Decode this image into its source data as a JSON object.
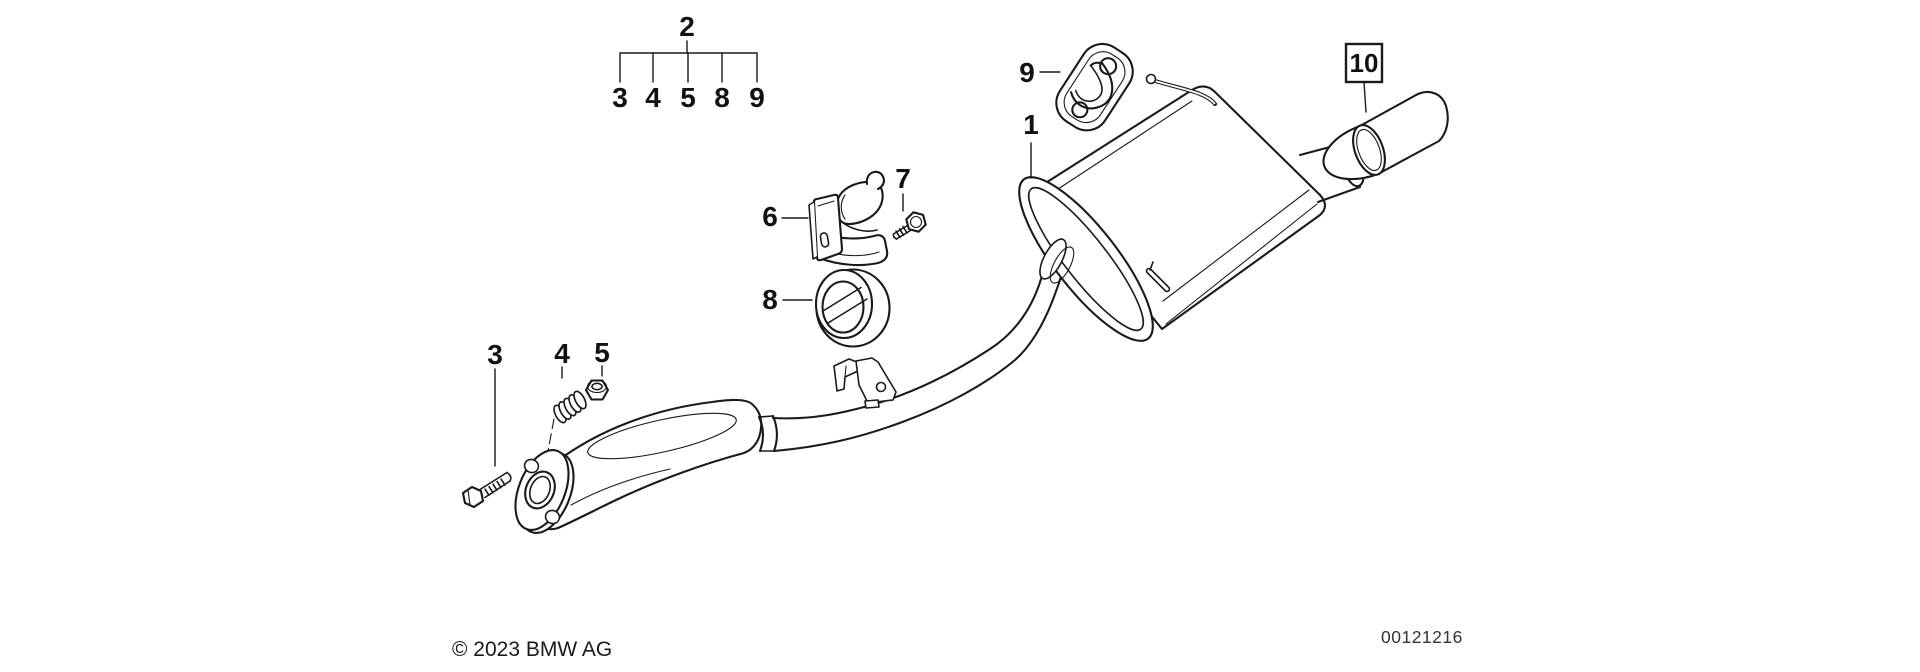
{
  "diagram": {
    "callout_group": {
      "parent_label": "2",
      "child_labels": [
        "3",
        "4",
        "5",
        "8",
        "9"
      ]
    },
    "part_labels": {
      "p1": "1",
      "p3": "3",
      "p4": "4",
      "p5": "5",
      "p6": "6",
      "p7": "7",
      "p8": "8",
      "p9": "9",
      "p10": "10"
    },
    "footer": {
      "copyright": "© 2023 BMW AG",
      "doc_number": "00121216"
    },
    "colors": {
      "line": "#1a1a1a",
      "background": "#ffffff",
      "doc_number_text": "#333333"
    }
  }
}
